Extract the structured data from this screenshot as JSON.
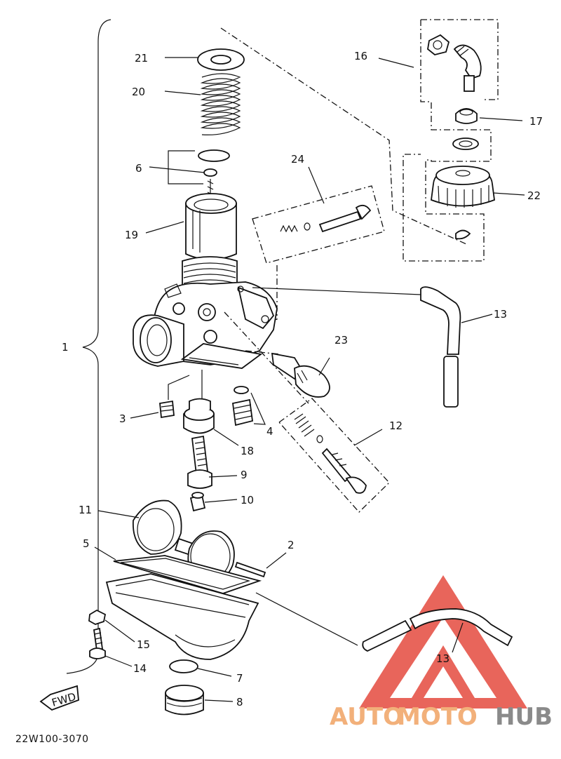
{
  "diagram": {
    "part_callouts": [
      "21",
      "20",
      "6",
      "19",
      "16",
      "17",
      "22",
      "24",
      "13",
      "23",
      "3",
      "18",
      "4",
      "12",
      "9",
      "10",
      "11",
      "2",
      "5",
      "15",
      "14",
      "7",
      "8",
      "13",
      "1"
    ],
    "assembly_bracket_label": "1",
    "direction_marker": "FWD",
    "drawing_code": "22W100-3070"
  },
  "watermark": {
    "text_part1": "AUTO",
    "text_part2": "MOTO",
    "text_part3": "HUB",
    "logo": "triangle-a-logo",
    "colors": {
      "red": "#e23a2e",
      "orange": "#f2b07a",
      "grey": "#8a8a8a"
    }
  }
}
